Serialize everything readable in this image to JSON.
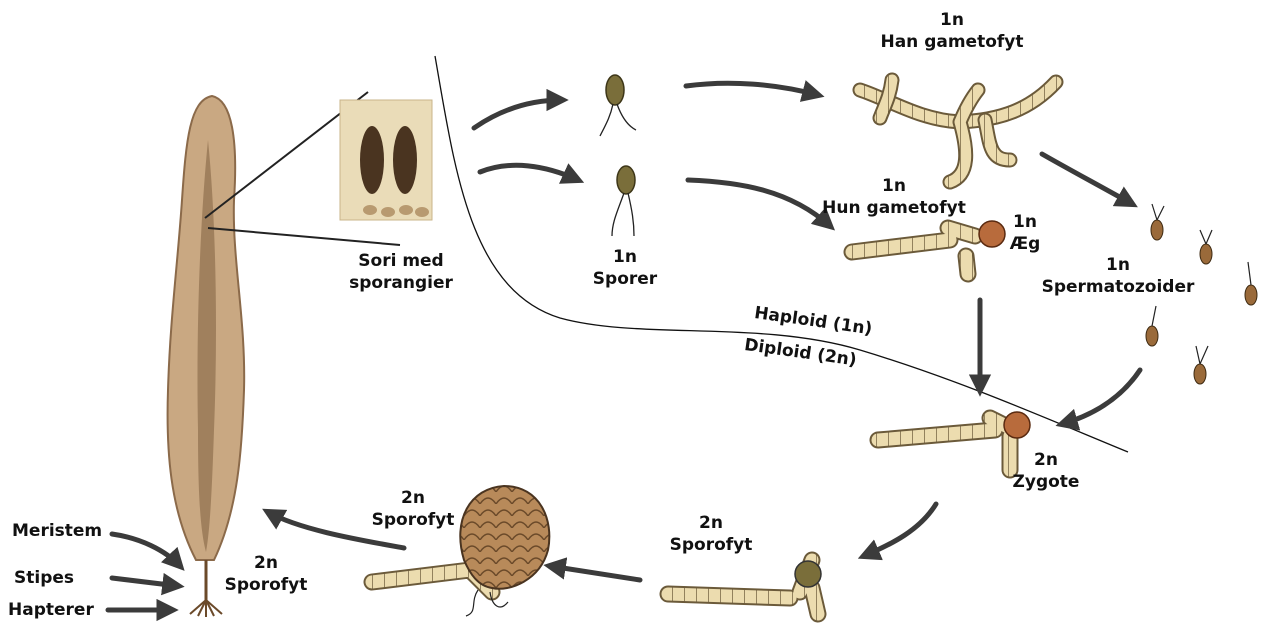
{
  "labels": {
    "han_gametofyt": {
      "ploidy": "1n",
      "name": "Han gametofyt"
    },
    "hun_gametofyt": {
      "ploidy": "1n",
      "name": "Hun gametofyt"
    },
    "aeg": {
      "ploidy": "1n",
      "name": "Æg"
    },
    "spermatozoider": {
      "ploidy": "1n",
      "name": "Spermatozoider"
    },
    "sporer": {
      "ploidy": "1n",
      "name": "Sporer"
    },
    "sori": {
      "line1": "Sori med",
      "line2": "sporangier"
    },
    "haploid": "Haploid (1n)",
    "diploid": "Diploid (2n)",
    "zygote": {
      "ploidy": "2n",
      "name": "Zygote"
    },
    "sporofyt_young": {
      "ploidy": "2n",
      "name": "Sporofyt"
    },
    "sporofyt_mid": {
      "ploidy": "2n",
      "name": "Sporofyt"
    },
    "sporofyt_adult": {
      "ploidy": "2n",
      "name": "Sporofyt"
    },
    "meristem": "Meristem",
    "stipes": "Stipes",
    "hapterer": "Hapterer"
  },
  "colors": {
    "kelp_fill": "#c9a882",
    "kelp_midrib": "#8b6a4a",
    "spore_fill": "#7a6e3a",
    "gametophyte_fill": "#ecdcaf",
    "egg_fill": "#b86b3c",
    "sperm_fill": "#9a6a3a",
    "arrow": "#3b3b3b"
  }
}
